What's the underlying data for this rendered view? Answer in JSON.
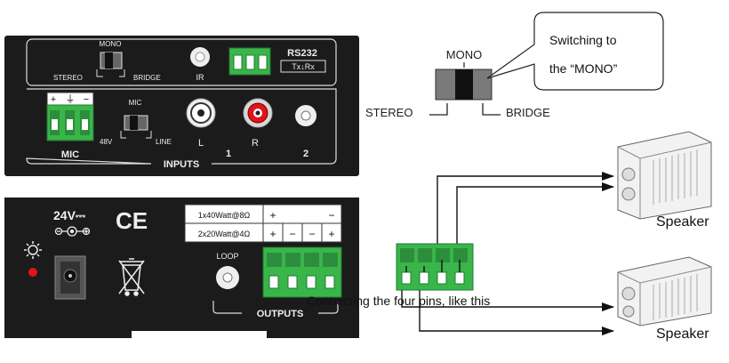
{
  "top_panel": {
    "mono_label": "MONO",
    "stereo_label": "STEREO",
    "bridge_label": "BRIDGE",
    "ir_label": "IR",
    "rs232_label": "RS232",
    "txrx_label": "Tx↓Rx",
    "mic_switch_label": "MIC",
    "v48_label": "48V",
    "line_label": "LINE",
    "mic_terminal_label": "MIC",
    "mic_polarity": [
      "+",
      "⏚",
      "−"
    ],
    "l_label": "L",
    "r_label": "R",
    "inputs_label": "INPUTS",
    "input1_label": "1",
    "input2_label": "2"
  },
  "bottom_panel": {
    "voltage_label": "24V⎓",
    "ce_mark": "CE",
    "power_icon": "sun-icon",
    "weee_icon": "crossed-bin-icon",
    "table_row1": {
      "label": "1x40Watt@8Ω",
      "plus": "+",
      "minus": "−"
    },
    "table_row2": {
      "label": "2x20Watt@4Ω",
      "signs": [
        "+",
        "−",
        "−",
        "+"
      ]
    },
    "loop_label": "LOOP",
    "outputs_label": "OUTPUTS",
    "led_color": "#e0141c"
  },
  "switch_detail": {
    "mono_label": "MONO",
    "stereo_label": "STEREO",
    "bridge_label": "BRIDGE"
  },
  "callout": {
    "line1": "Switching to",
    "line2": "the “MONO”"
  },
  "connection_caption": "Connecting the four pins, like this",
  "speakers": [
    {
      "label": "Speaker"
    },
    {
      "label": "Speaker"
    }
  ],
  "colors": {
    "panel": "#1b1b1b",
    "terminal_green": "#3ab54a",
    "terminal_dark": "#1e7a30"
  }
}
